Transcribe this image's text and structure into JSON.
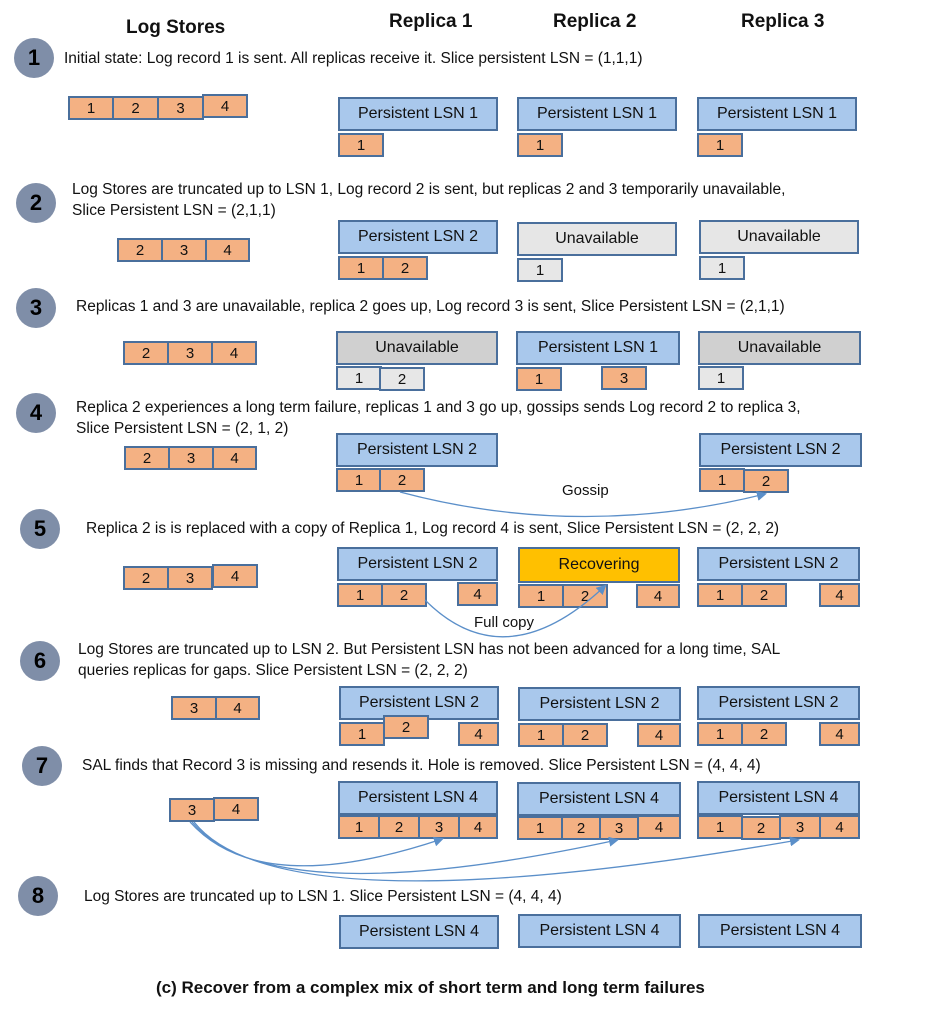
{
  "headers": {
    "log_stores": "Log Stores",
    "replica1": "Replica 1",
    "replica2": "Replica 2",
    "replica3": "Replica 3"
  },
  "steps": [
    {
      "num": "1",
      "text": "Initial state: Log record 1 is sent. All replicas receive it. Slice persistent LSN = (1,1,1)"
    },
    {
      "num": "2",
      "text_l1": "Log Stores are truncated up to LSN 1, Log  record  2 is sent,  but replicas 2 and 3 temporarily unavailable,",
      "text_l2": "Slice Persistent LSN = (2,1,1)"
    },
    {
      "num": "3",
      "text": "Replicas 1 and 3 are unavailable,  replica 2 goes up, Log record 3 is sent, Slice Persistent LSN = (2,1,1)"
    },
    {
      "num": "4",
      "text_l1": "Replica 2 experiences a long term failure, replicas 1 and 3 go up, gossips sends Log record 2 to replica 3,",
      "text_l2": "Slice Persistent LSN = (2, 1, 2)"
    },
    {
      "num": "5",
      "text": "Replica 2 is is replaced with a copy of Replica 1, Log record 4 is sent, Slice Persistent LSN = (2, 2, 2)"
    },
    {
      "num": "6",
      "text_l1": "Log Stores are truncated up to LSN 2. But Persistent LSN has not been advanced for a long time, SAL",
      "text_l2": "queries replicas for gaps. Slice Persistent LSN = (2, 2, 2)"
    },
    {
      "num": "7",
      "text": "SAL finds that Record 3 is missing and resends it. Hole is removed. Slice Persistent LSN = (4, 4, 4)"
    },
    {
      "num": "8",
      "text": "Log Stores are truncated up to LSN 1. Slice Persistent LSN = (4, 4, 4)"
    }
  ],
  "records": {
    "r1": "1",
    "r2": "2",
    "r3": "3",
    "r4": "4"
  },
  "states": {
    "plsn1": "Persistent LSN 1",
    "plsn1b": "Persistent LSN  1",
    "plsn2": "Persistent LSN 2",
    "plsn4": "Persistent LSN 4",
    "unavailable": "Unavailable",
    "recovering": "Recovering"
  },
  "labels": {
    "gossip": "Gossip",
    "full_copy": "Full copy"
  },
  "caption": "(c) Recover from a complex mix of short term and long term failures",
  "colors": {
    "record": "#f4b183",
    "persistent": "#a9c8ec",
    "unavailable": "#e6e6e6",
    "recovering": "#ffc000",
    "step_circle": "#7f8ea8",
    "arrow": "#5b8fc9"
  }
}
